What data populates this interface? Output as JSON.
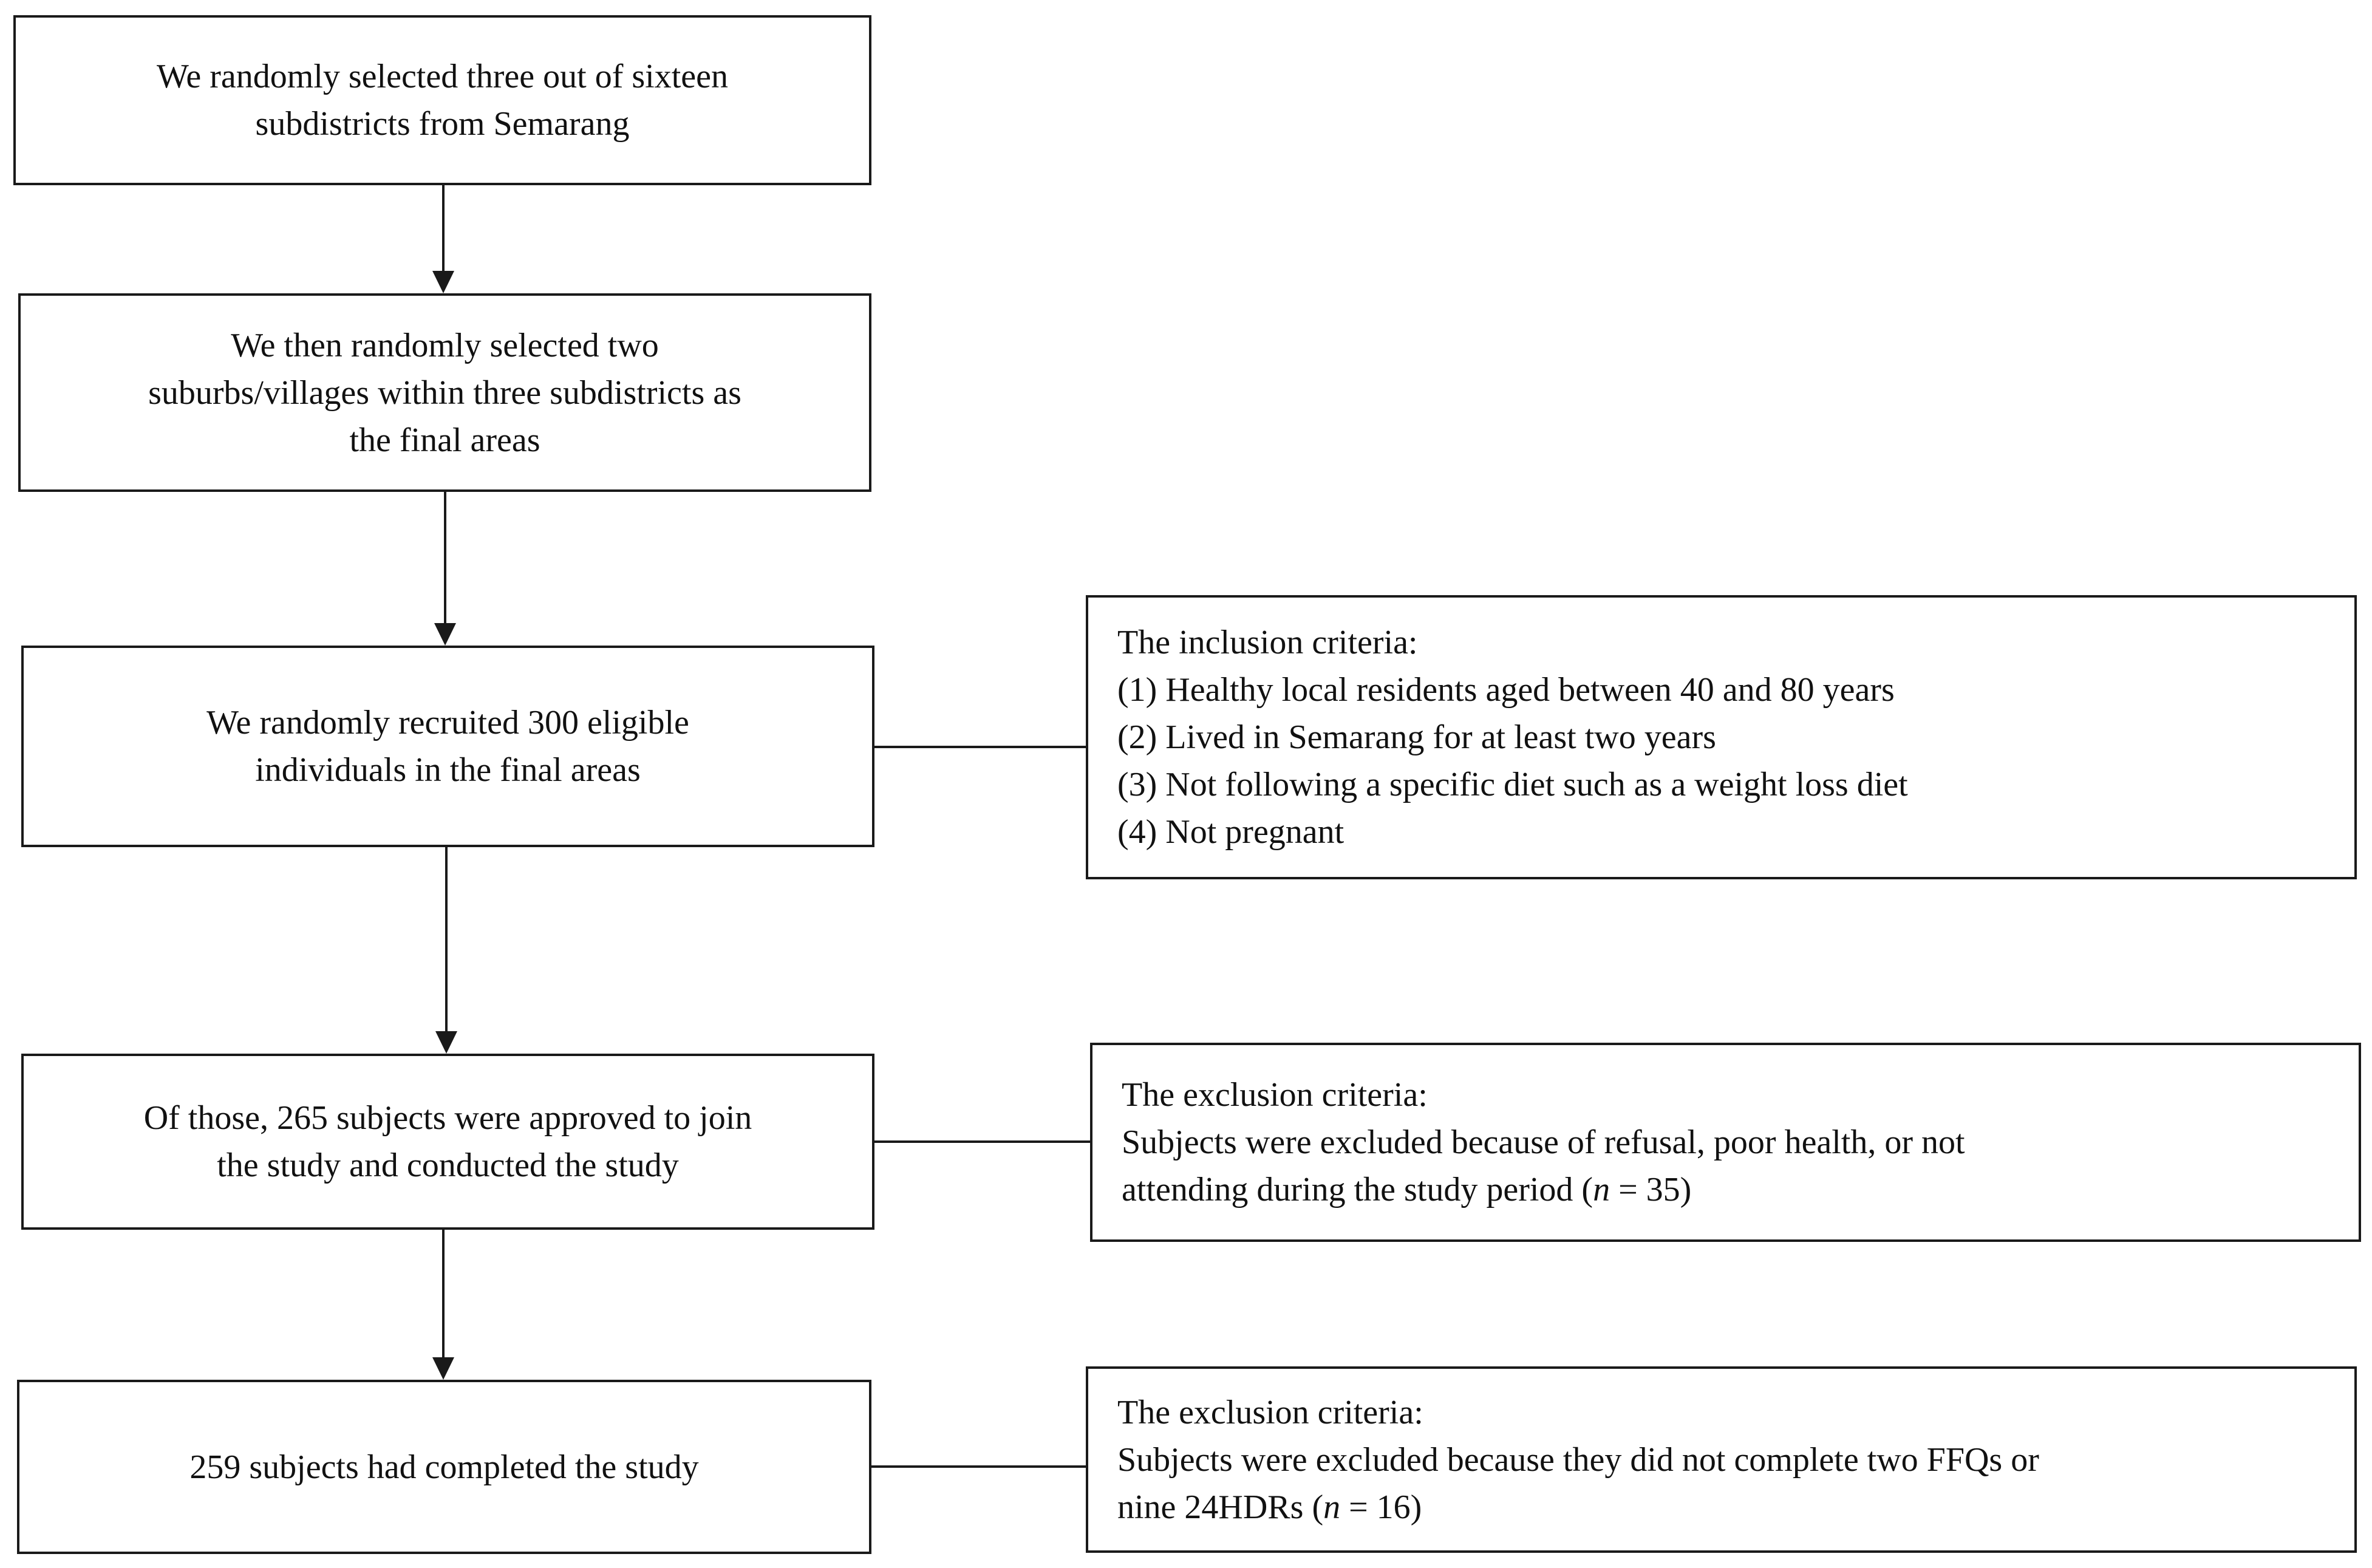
{
  "steps": [
    {
      "lines": [
        "We randomly selected three out of  sixteen",
        "subdistricts from Semarang"
      ]
    },
    {
      "lines": [
        "We then randomly selected two",
        "suburbs/villages within three subdistricts as",
        "the final areas"
      ]
    },
    {
      "lines": [
        "We randomly recruited 300 eligible",
        "individuals in the final areas"
      ]
    },
    {
      "lines": [
        "Of those, 265 subjects were approved to join",
        "the study and conducted the study"
      ]
    },
    {
      "lines": [
        "259 subjects had completed  the study"
      ]
    }
  ],
  "inclusion": {
    "heading": "The inclusion criteria:",
    "items": [
      "(1) Healthy local residents aged between 40 and 80 years",
      "(2) Lived in Semarang for at least two years",
      "(3) Not following a specific diet such as a weight loss diet",
      "(4) Not pregnant"
    ]
  },
  "exclusion_1": {
    "heading": "The exclusion criteria:",
    "line1": "Subjects were excluded  because of refusal,  poor health, or not",
    "line2_text": "attending during the study period (",
    "n_symbol": "n",
    "n_value": " = 35)"
  },
  "exclusion_2": {
    "heading": "The exclusion criteria:",
    "line1": "Subjects were excluded because they did not complete two FFQs or",
    "line2_text": "nine 24HDRs  (",
    "n_symbol": "n",
    "n_value": " = 16)"
  },
  "colors": {
    "stroke": "#1a1a1a",
    "background": "#ffffff",
    "text": "#111111"
  }
}
